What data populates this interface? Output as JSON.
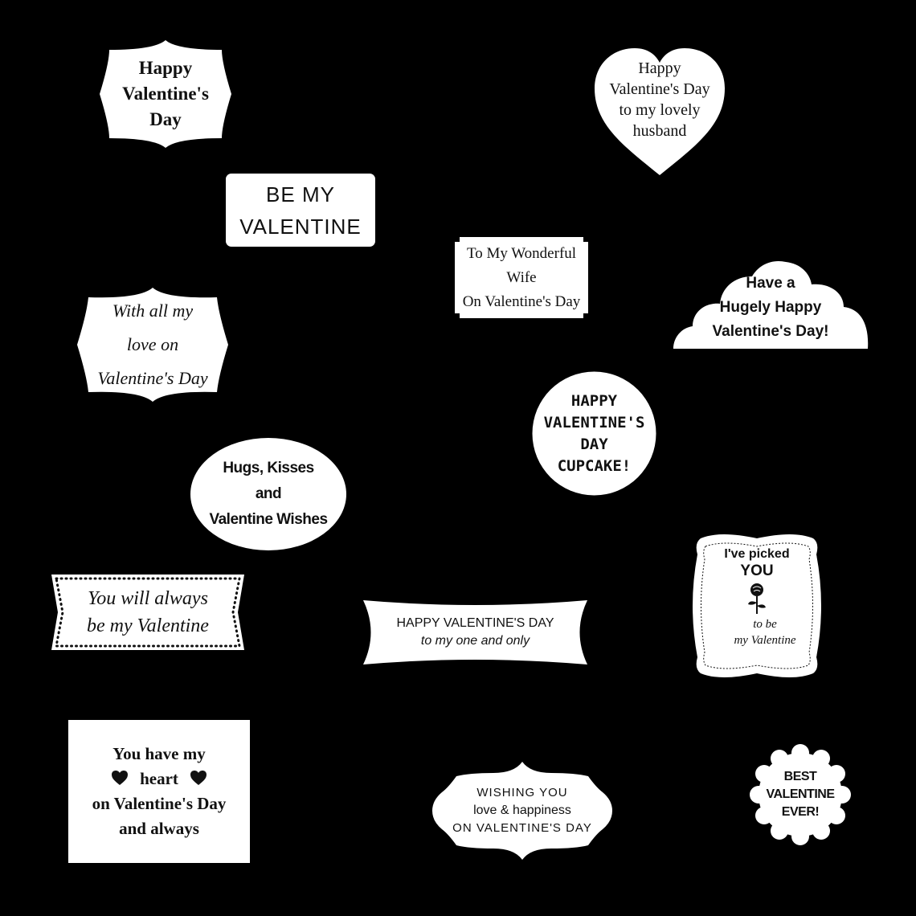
{
  "background": "#000000",
  "label_color": "#ffffff",
  "text_color": "#111111",
  "labels": [
    {
      "shape": "bracket-frame",
      "lines": [
        "Happy",
        "Valentine's",
        "Day"
      ]
    },
    {
      "shape": "heart",
      "lines": [
        "Happy",
        "Valentine's Day",
        "to my lovely",
        "husband"
      ]
    },
    {
      "shape": "rounded-rectangle",
      "lines": [
        "BE MY",
        "VALENTINE"
      ]
    },
    {
      "shape": "notched-rectangle",
      "lines": [
        "To My Wonderful",
        "Wife",
        "On Valentine's Day"
      ]
    },
    {
      "shape": "cloud",
      "lines": [
        "Have a",
        "Hugely Happy",
        "Valentine's Day!"
      ]
    },
    {
      "shape": "bracket-frame",
      "lines": [
        "With all my",
        "love on",
        "Valentine's Day"
      ]
    },
    {
      "shape": "circle",
      "lines": [
        "HAPPY",
        "VALENTINE'S",
        "DAY",
        "CUPCAKE!"
      ]
    },
    {
      "shape": "oval",
      "lines": [
        "Hugs, Kisses",
        "and",
        "Valentine Wishes"
      ]
    },
    {
      "shape": "scalloped-frame",
      "lines": [
        "I've picked",
        "YOU",
        "to be",
        "my Valentine"
      ],
      "icon": "rose-icon"
    },
    {
      "shape": "lace-banner",
      "lines": [
        "You will always",
        "be my Valentine"
      ]
    },
    {
      "shape": "curved-banner",
      "lines": [
        "HAPPY VALENTINE'S DAY",
        "to my one and only"
      ]
    },
    {
      "shape": "rectangle",
      "lines": [
        "You have my",
        "heart",
        "on Valentine's Day",
        "and always"
      ],
      "icon": "heart-icon"
    },
    {
      "shape": "ornate-frame",
      "lines": [
        "WISHING YOU",
        "love & happiness",
        "ON VALENTINE'S DAY"
      ]
    },
    {
      "shape": "scalloped-circle",
      "lines": [
        "BEST",
        "VALENTINE",
        "EVER!"
      ]
    }
  ]
}
